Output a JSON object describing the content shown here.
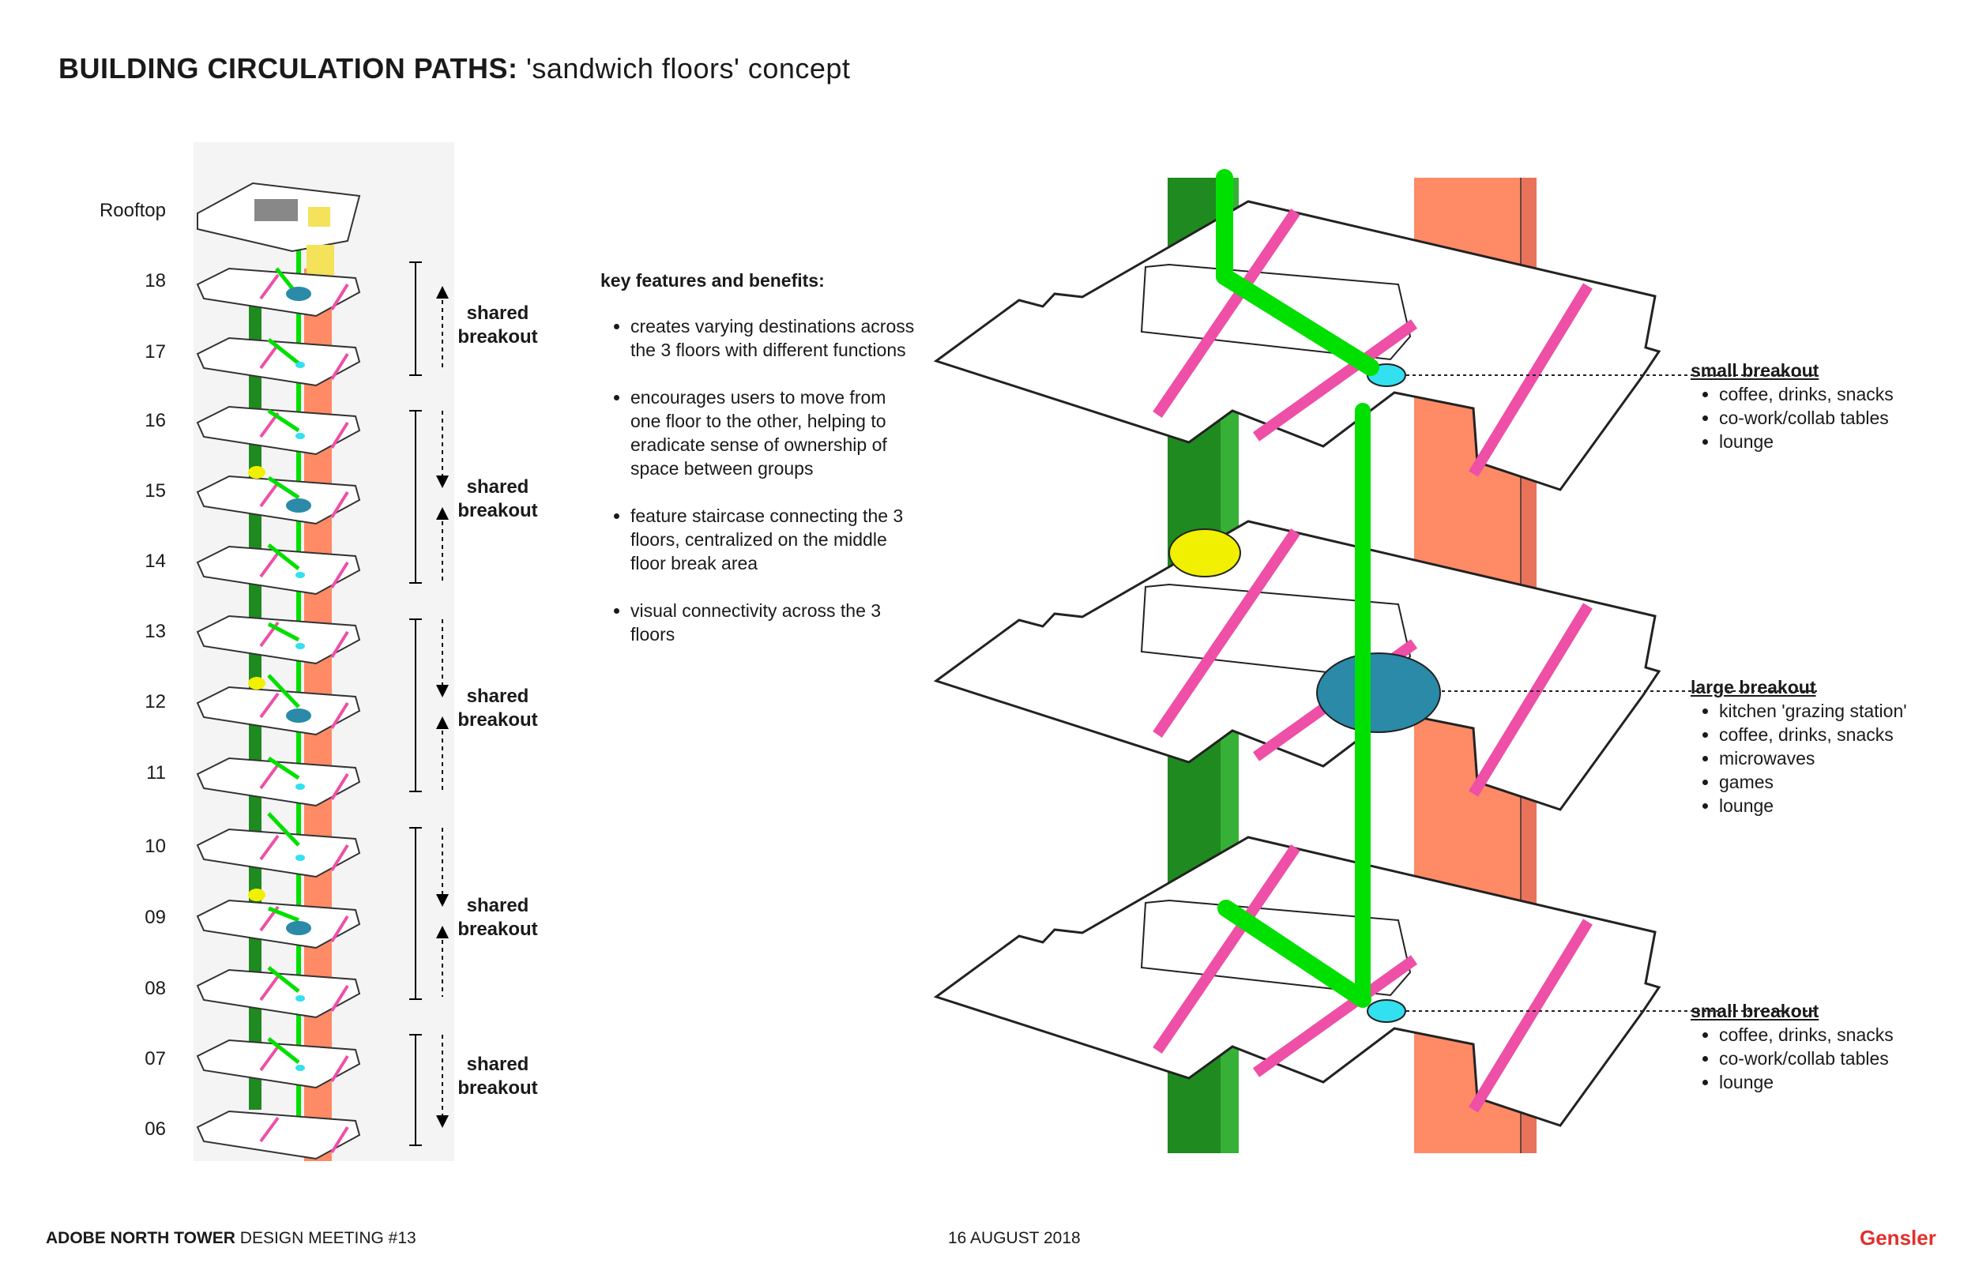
{
  "title": {
    "bold": "BUILDING CIRCULATION PATHS:",
    "rest": "'sandwich floors' concept"
  },
  "floors": [
    "Rooftop",
    "18",
    "17",
    "16",
    "15",
    "14",
    "13",
    "12",
    "11",
    "10",
    "09",
    "08",
    "07",
    "06"
  ],
  "groups": [
    {
      "line1": "shared",
      "line2": "breakout"
    },
    {
      "line1": "shared",
      "line2": "breakout"
    },
    {
      "line1": "shared",
      "line2": "breakout"
    },
    {
      "line1": "shared",
      "line2": "breakout"
    },
    {
      "line1": "shared",
      "line2": "breakout"
    }
  ],
  "features": {
    "heading": "key features and benefits:",
    "items": [
      "creates varying destinations across the 3 floors with different functions",
      "encourages users to move from one floor to the other, helping to eradicate sense of ownership of space between groups",
      "feature staircase connecting the 3 floors, centralized on the middle floor break area",
      "visual connectivity across the 3 floors"
    ]
  },
  "callouts": [
    {
      "title": "small breakout",
      "items": [
        "coffee, drinks, snacks",
        "co-work/collab tables",
        "lounge"
      ]
    },
    {
      "title": "large breakout",
      "items": [
        "kitchen 'grazing station'",
        "coffee, drinks, snacks",
        "microwaves",
        "games",
        "lounge"
      ]
    },
    {
      "title": "small breakout",
      "items": [
        "coffee, drinks, snacks",
        "co-work/collab tables",
        "lounge"
      ]
    }
  ],
  "footer": {
    "project": "ADOBE NORTH TOWER",
    "meeting": "DESIGN MEETING #13",
    "date": "16 AUGUST 2018",
    "brand": "Gensler"
  },
  "colors": {
    "green": "#00e000",
    "dark_green": "#1f8a1f",
    "salmon": "#ff8a66",
    "pink": "#ee4fa7",
    "cyan": "#33e0f0",
    "teal": "#2a8aa8",
    "yellow": "#f0f000",
    "brand_red": "#e2302b"
  }
}
